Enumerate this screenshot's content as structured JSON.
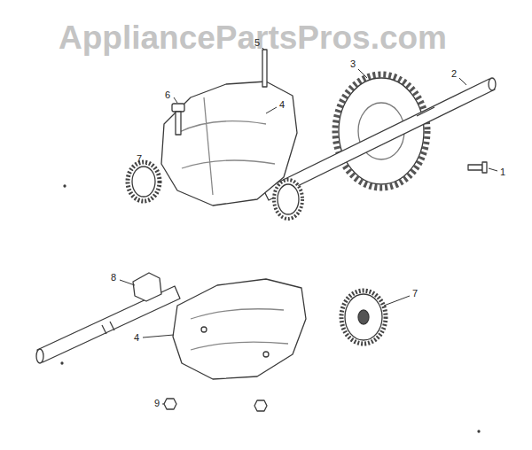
{
  "diagram": {
    "labels": [
      "AppliancePartsPros.com",
      "5",
      "6",
      "3",
      "2",
      "4",
      "7",
      "1",
      "8",
      "4",
      "7",
      "9"
    ]
  }
}
